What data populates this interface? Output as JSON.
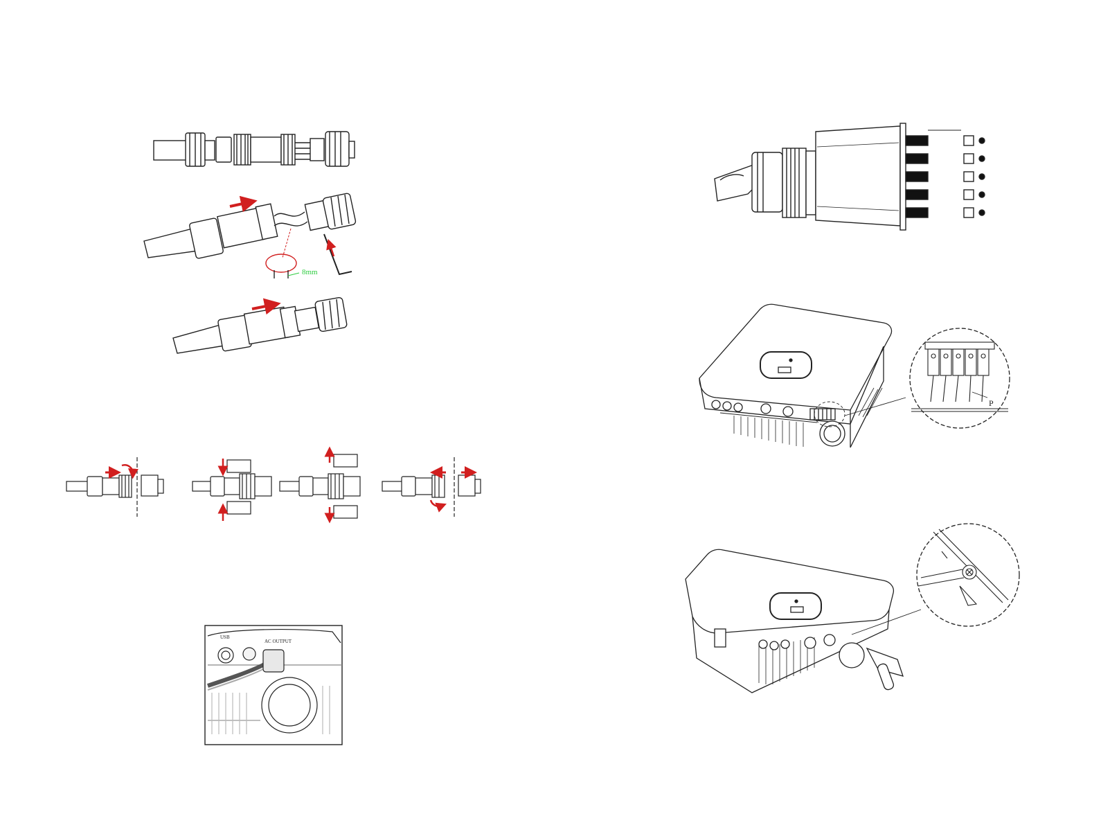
{
  "labels": {
    "strip_length": "8mm",
    "port_usb": "USB",
    "port_ac_output": "AC OUTPUT",
    "ground_terminal": "P"
  },
  "icons": [
    "arrow-icon",
    "rotate-arrow-icon",
    "screw-icon"
  ],
  "colors": {
    "line": "#222222",
    "arrow": "#d11f1f",
    "accent": "#2ecc40"
  }
}
